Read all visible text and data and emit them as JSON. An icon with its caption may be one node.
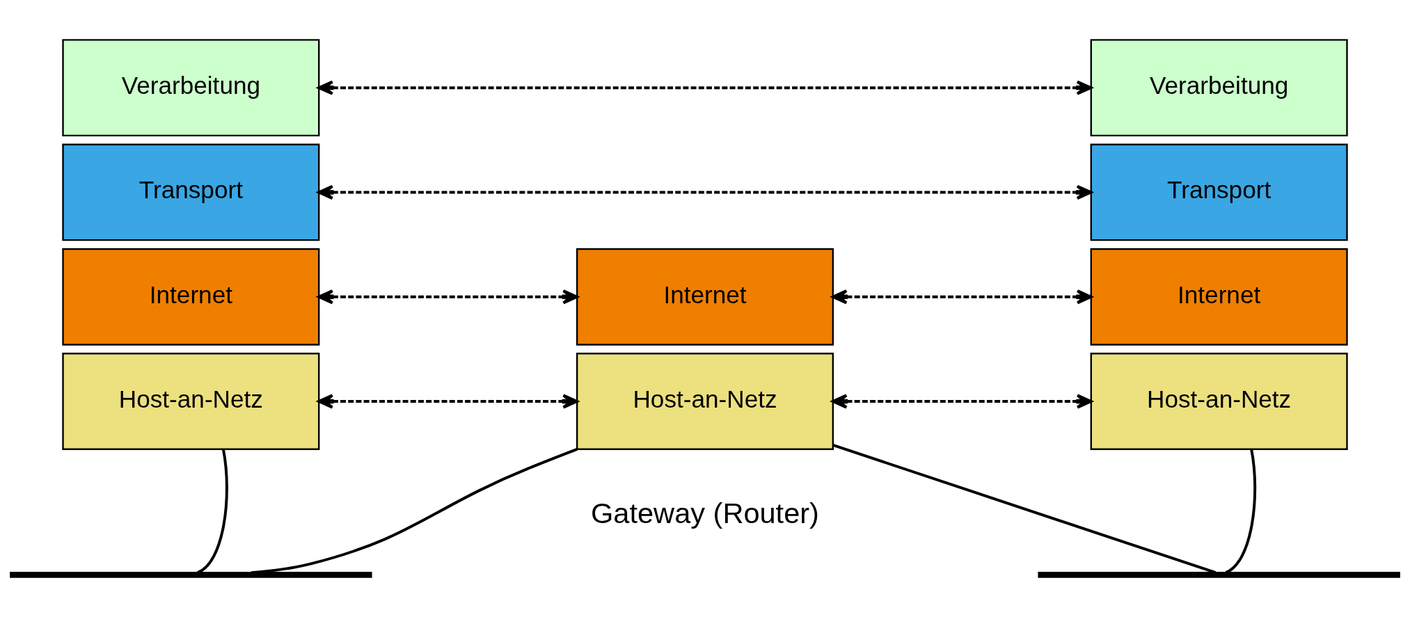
{
  "diagram": {
    "nodes": [
      {
        "text": [
          "Verarbeitung"
        ]
      },
      {
        "text": [
          "Transport"
        ]
      },
      {
        "text": [
          "Internet"
        ]
      },
      {
        "text": [
          "Host-an-Netz"
        ]
      },
      {
        "text": [
          "Internet"
        ]
      },
      {
        "text": [
          "Host-an-Netz"
        ]
      },
      {
        "text": [
          "Verarbeitung"
        ]
      },
      {
        "text": [
          "Transport"
        ]
      },
      {
        "text": [
          "Internet"
        ]
      },
      {
        "text": [
          "Host-an-Netz"
        ]
      },
      {
        "text": [],
        "shape": "bar"
      },
      {
        "text": [],
        "shape": "bar"
      }
    ],
    "edges": [
      {
        "from": 0,
        "to": 6,
        "arrow": "both",
        "style": "dashed"
      },
      {
        "from": 1,
        "to": 7,
        "arrow": "both",
        "style": "dashed"
      },
      {
        "from": 2,
        "to": 4,
        "arrow": "both",
        "style": "dashed"
      },
      {
        "from": 4,
        "to": 8,
        "arrow": "both",
        "style": "dashed"
      },
      {
        "from": 3,
        "to": 5,
        "arrow": "both",
        "style": "dashed"
      },
      {
        "from": 5,
        "to": 9,
        "arrow": "both",
        "style": "dashed"
      },
      {
        "from": 3,
        "to": 10,
        "arrow": "none"
      },
      {
        "from": 5,
        "to": 10,
        "arrow": "none"
      },
      {
        "from": 5,
        "to": 11,
        "arrow": "none"
      },
      {
        "from": 9,
        "to": 11,
        "arrow": "none"
      }
    ],
    "labels": [
      "Gateway (Router)"
    ]
  }
}
